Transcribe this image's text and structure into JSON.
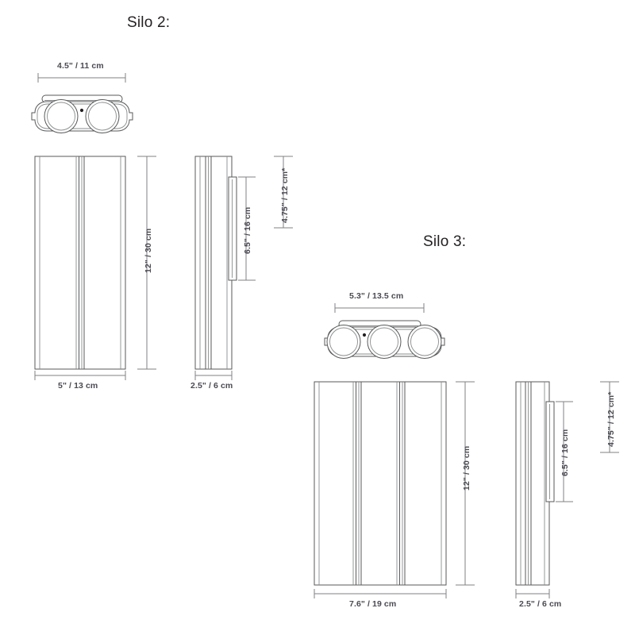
{
  "document": {
    "type": "technical-dimension-drawing",
    "background_color": "#ffffff",
    "line_color": "#58595b",
    "text_color": "#231f20",
    "dimension_text_color": "#4a4a52"
  },
  "silo2": {
    "title": "Silo 2:",
    "globe_count": 2,
    "views": {
      "top": {
        "name": "top-view",
        "width_label": "4.5\" / 11 cm"
      },
      "front": {
        "name": "front-view",
        "width_label": "5\" / 13 cm",
        "height_label": "12\" / 30 cm",
        "line_groups": 1
      },
      "side": {
        "name": "side-view",
        "width_label": "2.5\" / 6 cm",
        "bracket_label": "6.5\" / 16 cm",
        "offset_label": "4.75\" / 12 cm*"
      }
    }
  },
  "silo3": {
    "title": "Silo 3:",
    "globe_count": 3,
    "views": {
      "top": {
        "name": "top-view",
        "width_label": "5.3\" / 13.5 cm"
      },
      "front": {
        "name": "front-view",
        "width_label": "7.6\" / 19 cm",
        "height_label": "12\" / 30 cm",
        "line_groups": 2
      },
      "side": {
        "name": "side-view",
        "width_label": "2.5\" / 6 cm",
        "bracket_label": "6.5\" / 16 cm",
        "offset_label": "4.75\" / 12 cm*"
      }
    }
  }
}
